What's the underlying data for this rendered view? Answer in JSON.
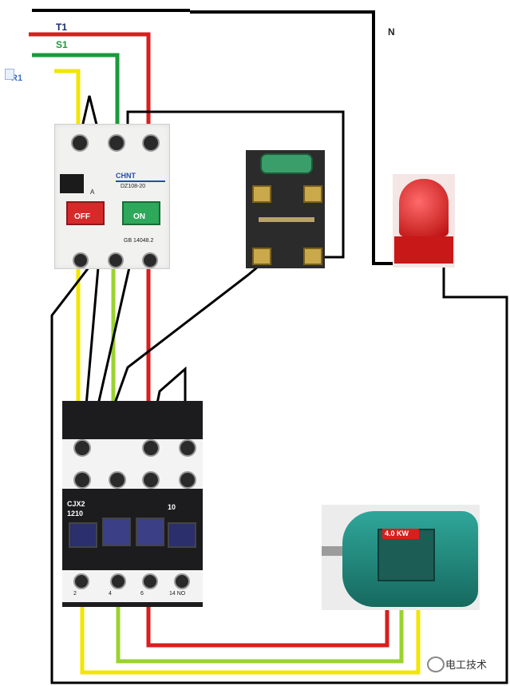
{
  "labels": {
    "t1": "T1",
    "s1": "S1",
    "r1": "R1",
    "n": "N"
  },
  "breaker": {
    "brand": "CHNT",
    "model": "DZ108-20",
    "amp": "A",
    "off": "OFF",
    "on": "ON",
    "standard": "GB 14048.2"
  },
  "contactor": {
    "model_line1": "CJX2",
    "model_line2": "1210",
    "aux": "10",
    "terminals_bottom": [
      "2",
      "4",
      "6",
      "14 NO"
    ]
  },
  "motor": {
    "power": "4.0 KW"
  },
  "watermark": {
    "text": "电工技术"
  },
  "colors": {
    "phase_red": "#d81e1e",
    "phase_green": "#1a9a3a",
    "phase_yellow": "#f2e600",
    "phase_lightgreen": "#9bd22e",
    "control_black": "#000000",
    "motor_teal": "#1e8f84"
  }
}
